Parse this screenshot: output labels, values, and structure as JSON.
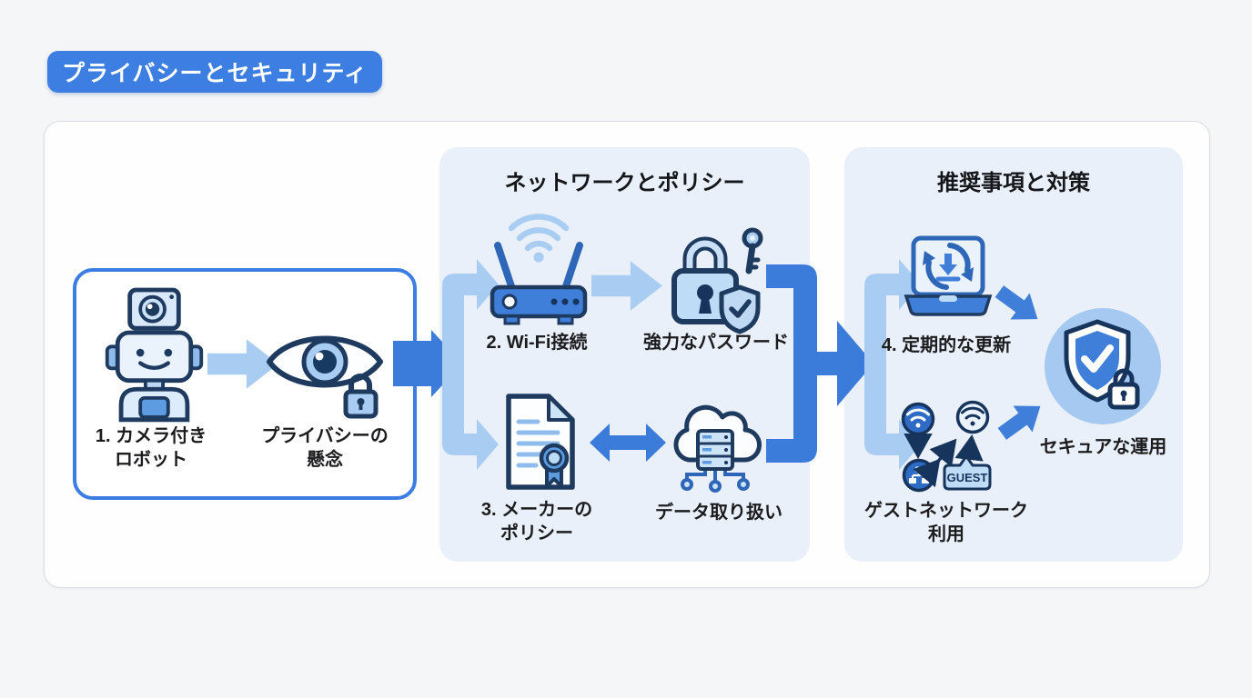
{
  "page": {
    "title_badge": "プライバシーとセキュリティ"
  },
  "left_box": {
    "items": [
      {
        "icon": "robot-camera-icon",
        "label": "1. カメラ付き\nロボット"
      },
      {
        "icon": "eye-privacy-lock-icon",
        "label": "プライバシーの\n懸念"
      }
    ]
  },
  "network_section": {
    "title": "ネットワークとポリシー",
    "items": [
      {
        "icon": "wifi-router-icon",
        "label": "2. Wi-Fi接続"
      },
      {
        "icon": "padlock-key-shield-icon",
        "label": "強力なパスワード"
      },
      {
        "icon": "policy-document-icon",
        "label": "3. メーカーの\nポリシー"
      },
      {
        "icon": "cloud-server-icon",
        "label": "データ取り扱い"
      }
    ]
  },
  "recommendation_section": {
    "title": "推奨事項と対策",
    "items": [
      {
        "icon": "laptop-update-icon",
        "label": "4. 定期的な更新"
      },
      {
        "icon": "guest-network-icon",
        "label": "ゲストネットワーク\n利用",
        "badge": "GUEST"
      },
      {
        "icon": "shield-check-lock-icon",
        "label": "セキュアな運用"
      }
    ]
  },
  "colors": {
    "badge_bg": "#3C7EE1",
    "arrow_dark": "#3B7CDB",
    "arrow_light": "#A9CDF2",
    "panel_bg": "#E9F0F9",
    "outline_navy": "#1E3A5F",
    "icon_fill_light": "#BFDCF7"
  }
}
